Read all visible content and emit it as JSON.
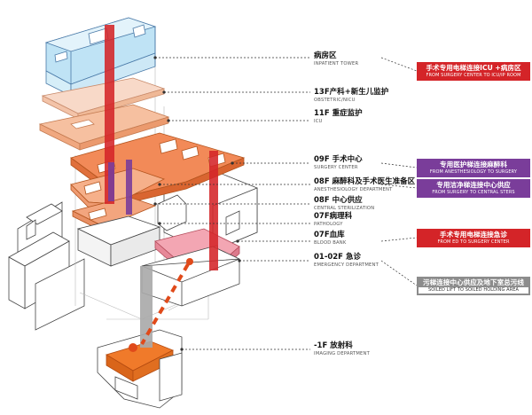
{
  "colors": {
    "inpatient_tower": "#bfe3f5",
    "obstetrics": "#f8d9c8",
    "icu": "#f6c0a0",
    "surgery": "#f28a58",
    "anesthesiology": "#f6b08a",
    "sterilization": "#f3a57e",
    "blood_bank": "#f3a6b3",
    "imaging": "#f07a2a",
    "route_red": "#d42428",
    "route_purple": "#7a3d9a",
    "route_gray": "#8c8c8c",
    "leader_line": "#333333"
  },
  "floors": [
    {
      "id": "inpatient",
      "title": "病房区",
      "subtitle": "INPATIENT TOWER"
    },
    {
      "id": "obstetric",
      "title": "13F产科+新生儿监护",
      "subtitle": "OBSTETRIC/NICU"
    },
    {
      "id": "icu",
      "title": "11F 重症监护",
      "subtitle": "ICU"
    },
    {
      "id": "surgery",
      "title": "09F 手术中心",
      "subtitle": "SURGERY CENTER"
    },
    {
      "id": "anesthesiology",
      "title": "08F 麻醉科及手术医生准备区",
      "subtitle": "ANESTHESIOLOGY DEPARTMENT"
    },
    {
      "id": "sterilization",
      "title": "08F 中心供应",
      "subtitle": "CENTRAL STERILIZATION"
    },
    {
      "id": "pathology",
      "title": "07F病理科",
      "subtitle": "PATHOLOGY"
    },
    {
      "id": "blood_bank",
      "title": "07F血库",
      "subtitle": "BLOOD BANK"
    },
    {
      "id": "emergency",
      "title": "01-02F 急诊",
      "subtitle": "EMERGENCY DEPARTMENT"
    },
    {
      "id": "imaging",
      "title": "-1F 放射科",
      "subtitle": "IMAGING DEPARTMENT"
    }
  ],
  "routes": [
    {
      "id": "surgery_icu",
      "title": "手术专用电梯连接ICU +病房区",
      "subtitle": "FROM SURGERY CENTER TO ICU/IP ROOM",
      "color": "#d42428"
    },
    {
      "id": "anesthesia",
      "title": "专用医护梯连接麻醉科",
      "subtitle": "FROM ANESTHESIOLOGY TO SURGERY",
      "color": "#7a3d9a"
    },
    {
      "id": "clean_lift",
      "title": "专用洁净梯连接中心供应",
      "subtitle": "FROM SURGERY TO CENTRAL STERS",
      "color": "#7a3d9a"
    },
    {
      "id": "ed_surgery",
      "title": "手术专用电梯连接急诊",
      "subtitle": "FROM ED TO SURGERY CENTER",
      "color": "#d42428"
    },
    {
      "id": "soiled",
      "title": "污梯连接中心供应及地下室总污线",
      "subtitle": "SOILED LIFT TO SOILED HOLDING AREA",
      "color": "#8c8c8c"
    }
  ]
}
